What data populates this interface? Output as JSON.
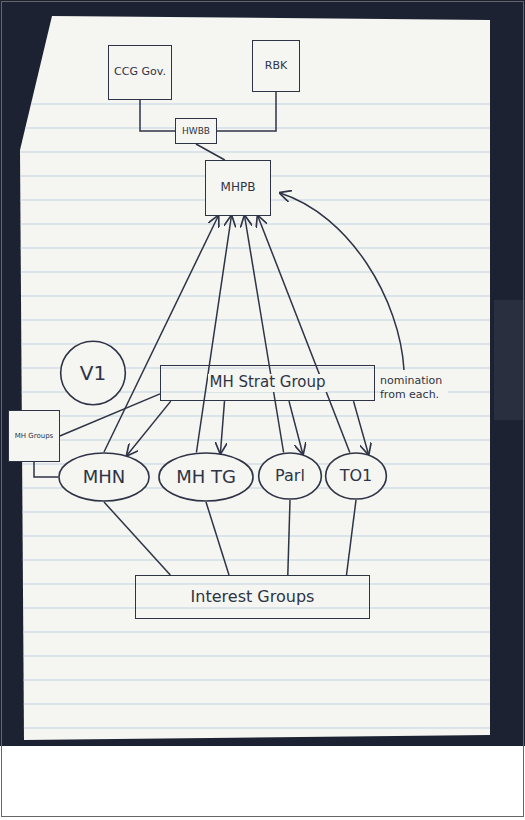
{
  "diagram": {
    "nodes": [
      {
        "text": [
          "CCG Gov."
        ]
      },
      {
        "text": [
          "RBK"
        ]
      },
      {
        "text": [
          "HWBB"
        ]
      },
      {
        "text": [
          "MHPB"
        ]
      },
      {
        "text": [
          "V1"
        ]
      },
      {
        "text": [
          "MH Strat Group"
        ]
      },
      {
        "text": [
          "MH Groups"
        ]
      },
      {
        "text": [
          "MHN"
        ]
      },
      {
        "text": [
          "MH TG"
        ]
      },
      {
        "text": [
          "Parl"
        ]
      },
      {
        "text": [
          "TO1"
        ]
      },
      {
        "text": [
          "Interest Groups"
        ]
      }
    ],
    "edges": [
      {
        "from": 0,
        "to": 2,
        "arrow": "none"
      },
      {
        "from": 1,
        "to": 2,
        "arrow": "none"
      },
      {
        "from": 2,
        "to": 3,
        "arrow": "none"
      },
      {
        "from": 7,
        "to": 3,
        "arrow": "to"
      },
      {
        "from": 8,
        "to": 3,
        "arrow": "to"
      },
      {
        "from": 9,
        "to": 3,
        "arrow": "to"
      },
      {
        "from": 10,
        "to": 3,
        "arrow": "to"
      },
      {
        "from": 5,
        "to": 7,
        "arrow": "to"
      },
      {
        "from": 5,
        "to": 8,
        "arrow": "to"
      },
      {
        "from": 5,
        "to": 9,
        "arrow": "to"
      },
      {
        "from": 5,
        "to": 10,
        "arrow": "to"
      },
      {
        "from": 6,
        "to": 5,
        "arrow": "none"
      },
      {
        "from": 6,
        "to": 7,
        "arrow": "none"
      },
      {
        "from": 7,
        "to": 11,
        "arrow": "none"
      },
      {
        "from": 8,
        "to": 11,
        "arrow": "none"
      },
      {
        "from": 9,
        "to": 11,
        "arrow": "none"
      },
      {
        "from": 10,
        "to": 11,
        "arrow": "none"
      }
    ],
    "labels": [
      "nomination from each."
    ]
  }
}
